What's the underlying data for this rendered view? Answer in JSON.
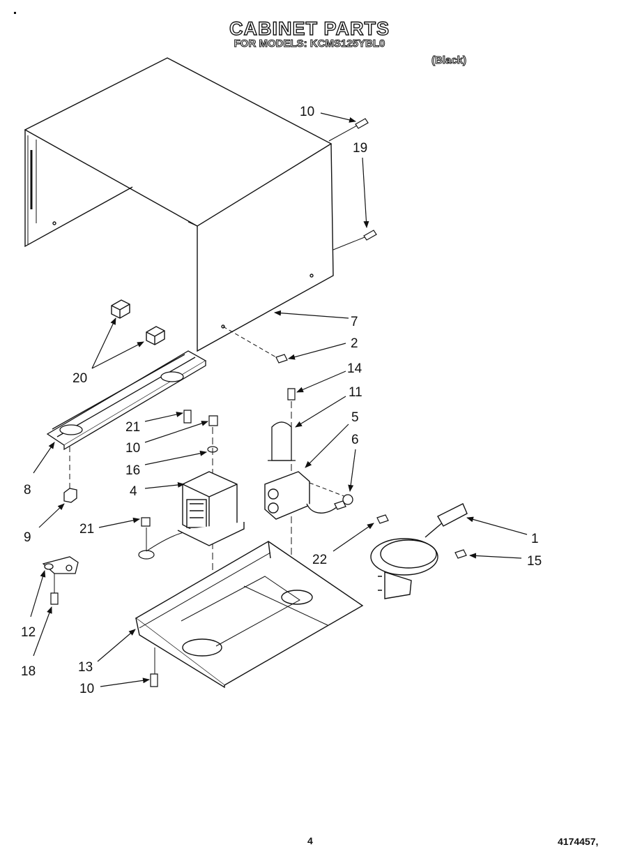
{
  "header": {
    "title": "CABINET PARTS",
    "subtitle": "FOR MODELS: KCMS125YBL0",
    "finish": "(Black)"
  },
  "footer": {
    "page_number": "4",
    "document_number": "4174457,"
  },
  "callouts": [
    {
      "num": "10",
      "part": "screw"
    },
    {
      "num": "19",
      "part": "screw"
    },
    {
      "num": "7",
      "part": "outer-cabinet"
    },
    {
      "num": "2",
      "part": "screw"
    },
    {
      "num": "20",
      "part": "rubber-foot"
    },
    {
      "num": "14",
      "part": "screw"
    },
    {
      "num": "11",
      "part": "bracket"
    },
    {
      "num": "5",
      "part": "capacitor"
    },
    {
      "num": "6",
      "part": "diode"
    },
    {
      "num": "21",
      "part": "screw"
    },
    {
      "num": "10",
      "part": "screw"
    },
    {
      "num": "16",
      "part": "washer"
    },
    {
      "num": "4",
      "part": "transformer"
    },
    {
      "num": "8",
      "part": "front-rail"
    },
    {
      "num": "9",
      "part": "foot"
    },
    {
      "num": "21",
      "part": "ground-screw"
    },
    {
      "num": "1",
      "part": "power-cord"
    },
    {
      "num": "15",
      "part": "screw"
    },
    {
      "num": "22",
      "part": "screw"
    },
    {
      "num": "12",
      "part": "cord-clamp"
    },
    {
      "num": "18",
      "part": "screw"
    },
    {
      "num": "13",
      "part": "base-plate"
    },
    {
      "num": "10",
      "part": "screw"
    }
  ]
}
